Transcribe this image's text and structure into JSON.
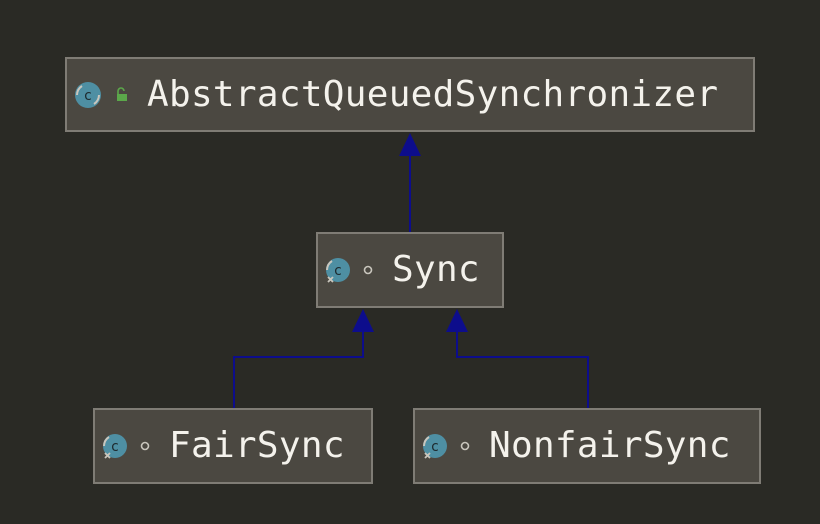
{
  "diagram": {
    "nodes": [
      {
        "id": "aqs",
        "label": "AbstractQueuedSynchronizer",
        "kind": "class",
        "abstract": false,
        "modifier": "public"
      },
      {
        "id": "sync",
        "label": "Sync",
        "kind": "class",
        "abstract": true,
        "modifier": "package-private"
      },
      {
        "id": "fair",
        "label": "FairSync",
        "kind": "class",
        "abstract": false,
        "modifier": "package-private",
        "final": true
      },
      {
        "id": "nonfair",
        "label": "NonfairSync",
        "kind": "class",
        "abstract": false,
        "modifier": "package-private",
        "final": true
      }
    ],
    "edges": [
      {
        "from": "sync",
        "to": "aqs",
        "type": "extends"
      },
      {
        "from": "fair",
        "to": "sync",
        "type": "extends"
      },
      {
        "from": "nonfair",
        "to": "sync",
        "type": "extends"
      }
    ]
  },
  "colors": {
    "background": "#2a2a25",
    "node_fill": "#4b4841",
    "node_border": "#7f7c75",
    "text": "#f4f2ec",
    "edge": "#0d0d8c",
    "class_icon": "#4e8fa3",
    "public_lock": "#5ba84a"
  },
  "icons": {
    "class": "class-icon",
    "public": "public-lock-icon",
    "package_private": "package-private-icon"
  }
}
